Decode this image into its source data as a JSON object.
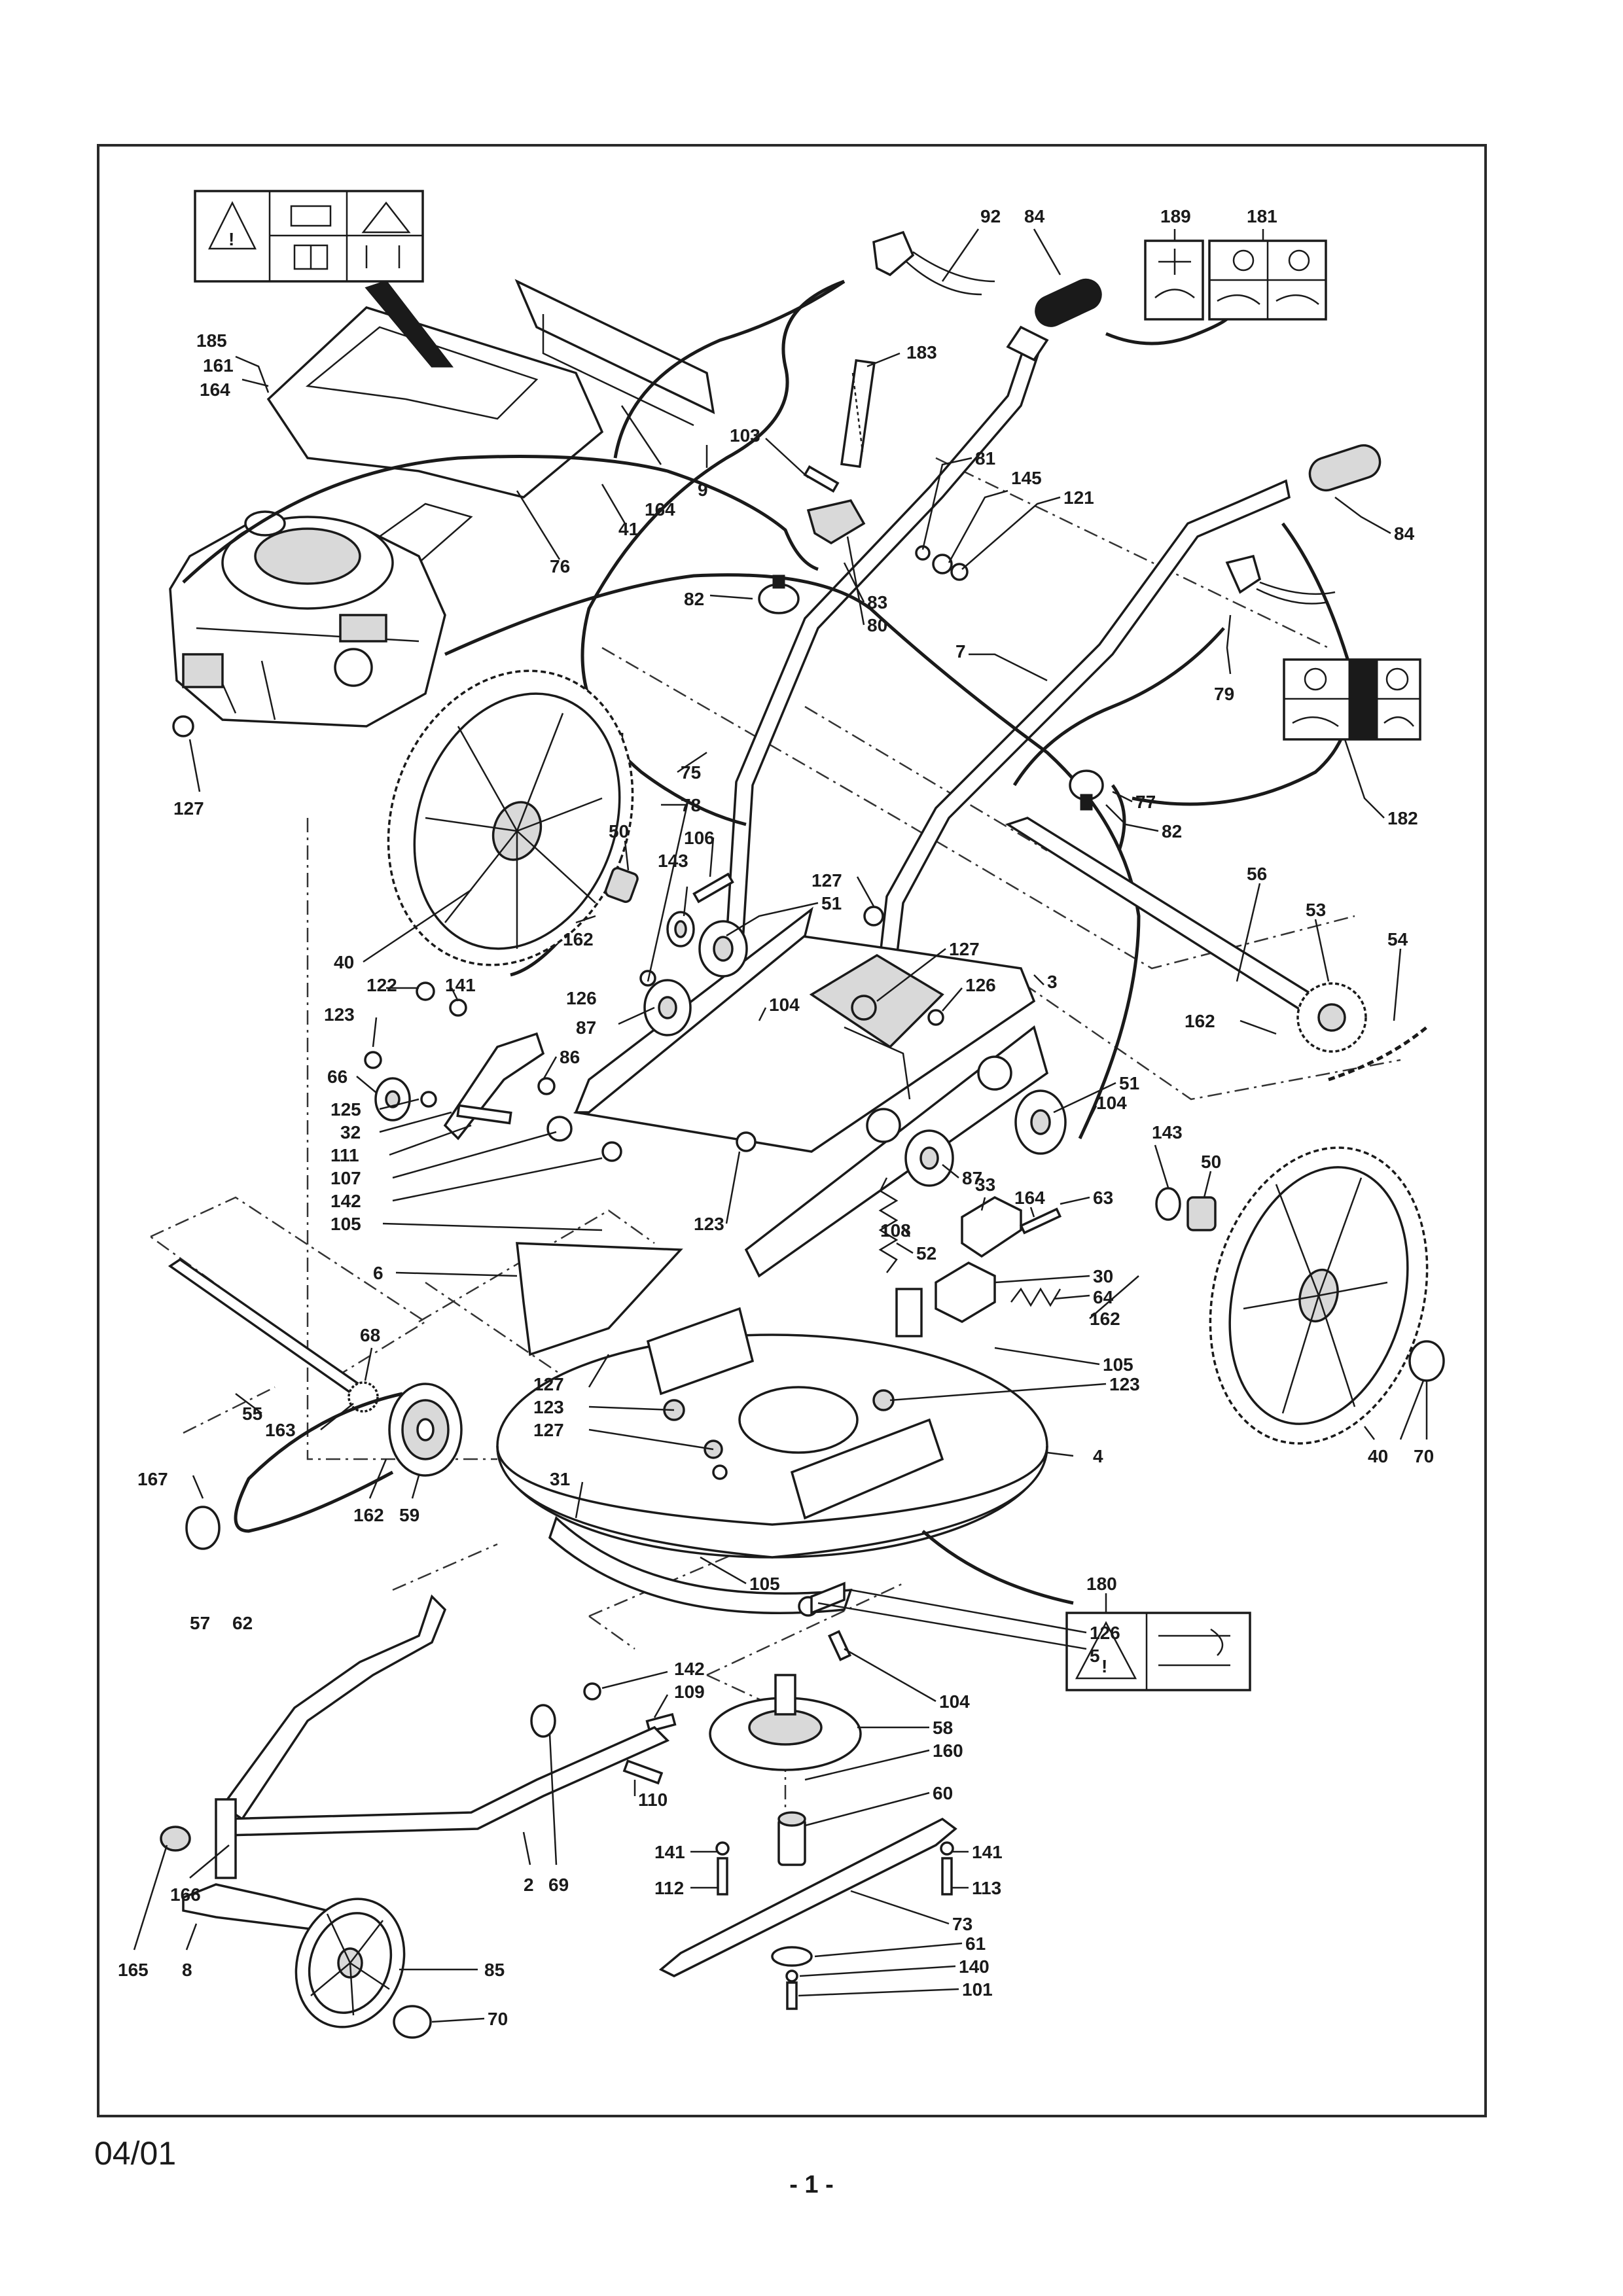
{
  "footer": {
    "date": "04/01",
    "page": "- 1 -"
  },
  "callouts": [
    {
      "id": "c185",
      "text": "185"
    },
    {
      "id": "c161",
      "text": "161"
    },
    {
      "id": "c164a",
      "text": "164"
    },
    {
      "id": "c164b",
      "text": "164"
    },
    {
      "id": "c9",
      "text": "9"
    },
    {
      "id": "c41",
      "text": "41"
    },
    {
      "id": "c76",
      "text": "76"
    },
    {
      "id": "c92",
      "text": "92"
    },
    {
      "id": "c84a",
      "text": "84"
    },
    {
      "id": "c189",
      "text": "189"
    },
    {
      "id": "c181",
      "text": "181"
    },
    {
      "id": "c183",
      "text": "183"
    },
    {
      "id": "c103",
      "text": "103"
    },
    {
      "id": "c81",
      "text": "81"
    },
    {
      "id": "c145",
      "text": "145"
    },
    {
      "id": "c121",
      "text": "121"
    },
    {
      "id": "c84b",
      "text": "84"
    },
    {
      "id": "c82a",
      "text": "82"
    },
    {
      "id": "c83",
      "text": "83"
    },
    {
      "id": "c80",
      "text": "80"
    },
    {
      "id": "c7",
      "text": "7"
    },
    {
      "id": "c79",
      "text": "79"
    },
    {
      "id": "c127a",
      "text": "127"
    },
    {
      "id": "c75",
      "text": "75"
    },
    {
      "id": "c78",
      "text": "78"
    },
    {
      "id": "c77",
      "text": "77"
    },
    {
      "id": "c82b",
      "text": "82"
    },
    {
      "id": "c182",
      "text": "182"
    },
    {
      "id": "c50a",
      "text": "50"
    },
    {
      "id": "c106",
      "text": "106"
    },
    {
      "id": "c143a",
      "text": "143"
    },
    {
      "id": "c127b",
      "text": "127"
    },
    {
      "id": "c51a",
      "text": "51"
    },
    {
      "id": "c56",
      "text": "56"
    },
    {
      "id": "c53",
      "text": "53"
    },
    {
      "id": "c54",
      "text": "54"
    },
    {
      "id": "c162a",
      "text": "162"
    },
    {
      "id": "c40a",
      "text": "40"
    },
    {
      "id": "c127c",
      "text": "127"
    },
    {
      "id": "c126a",
      "text": "126"
    },
    {
      "id": "c3",
      "text": "3"
    },
    {
      "id": "c122",
      "text": "122"
    },
    {
      "id": "c141a",
      "text": "141"
    },
    {
      "id": "c126b",
      "text": "126"
    },
    {
      "id": "c104a",
      "text": "104"
    },
    {
      "id": "c162b",
      "text": "162"
    },
    {
      "id": "c123a",
      "text": "123"
    },
    {
      "id": "c87a",
      "text": "87"
    },
    {
      "id": "c86",
      "text": "86"
    },
    {
      "id": "c66",
      "text": "66"
    },
    {
      "id": "c51b",
      "text": "51"
    },
    {
      "id": "c104b",
      "text": "104"
    },
    {
      "id": "c125",
      "text": "125"
    },
    {
      "id": "c32",
      "text": "32"
    },
    {
      "id": "c111",
      "text": "111"
    },
    {
      "id": "c143b",
      "text": "143"
    },
    {
      "id": "c50b",
      "text": "50"
    },
    {
      "id": "c87b",
      "text": "87"
    },
    {
      "id": "c107",
      "text": "107"
    },
    {
      "id": "c142a",
      "text": "142"
    },
    {
      "id": "c33",
      "text": "33"
    },
    {
      "id": "c164c",
      "text": "164"
    },
    {
      "id": "c63",
      "text": "63"
    },
    {
      "id": "c105a",
      "text": "105"
    },
    {
      "id": "c123b",
      "text": "123"
    },
    {
      "id": "c108",
      "text": "108"
    },
    {
      "id": "c52",
      "text": "52"
    },
    {
      "id": "c6",
      "text": "6"
    },
    {
      "id": "c30",
      "text": "30"
    },
    {
      "id": "c64",
      "text": "64"
    },
    {
      "id": "c162c",
      "text": "162"
    },
    {
      "id": "c68",
      "text": "68"
    },
    {
      "id": "c105b",
      "text": "105"
    },
    {
      "id": "c127d",
      "text": "127"
    },
    {
      "id": "c123c",
      "text": "123"
    },
    {
      "id": "c123d",
      "text": "123"
    },
    {
      "id": "c55",
      "text": "55"
    },
    {
      "id": "c163",
      "text": "163"
    },
    {
      "id": "c127e",
      "text": "127"
    },
    {
      "id": "c4",
      "text": "4"
    },
    {
      "id": "c40b",
      "text": "40"
    },
    {
      "id": "c70a",
      "text": "70"
    },
    {
      "id": "c167",
      "text": "167"
    },
    {
      "id": "c31",
      "text": "31"
    },
    {
      "id": "c162d",
      "text": "162"
    },
    {
      "id": "c59",
      "text": "59"
    },
    {
      "id": "c180",
      "text": "180"
    },
    {
      "id": "c57",
      "text": "57"
    },
    {
      "id": "c62",
      "text": "62"
    },
    {
      "id": "c105c",
      "text": "105"
    },
    {
      "id": "c126c",
      "text": "126"
    },
    {
      "id": "c5",
      "text": "5"
    },
    {
      "id": "c142b",
      "text": "142"
    },
    {
      "id": "c109",
      "text": "109"
    },
    {
      "id": "c104c",
      "text": "104"
    },
    {
      "id": "c58",
      "text": "58"
    },
    {
      "id": "c160",
      "text": "160"
    },
    {
      "id": "c110",
      "text": "110"
    },
    {
      "id": "c60",
      "text": "60"
    },
    {
      "id": "c141b",
      "text": "141"
    },
    {
      "id": "c141c",
      "text": "141"
    },
    {
      "id": "c2",
      "text": "2"
    },
    {
      "id": "c69",
      "text": "69"
    },
    {
      "id": "c112",
      "text": "112"
    },
    {
      "id": "c113",
      "text": "113"
    },
    {
      "id": "c166",
      "text": "166"
    },
    {
      "id": "c73",
      "text": "73"
    },
    {
      "id": "c165",
      "text": "165"
    },
    {
      "id": "c8",
      "text": "8"
    },
    {
      "id": "c61",
      "text": "61"
    },
    {
      "id": "c85",
      "text": "85"
    },
    {
      "id": "c140",
      "text": "140"
    },
    {
      "id": "c70b",
      "text": "70"
    },
    {
      "id": "c101",
      "text": "101"
    }
  ]
}
